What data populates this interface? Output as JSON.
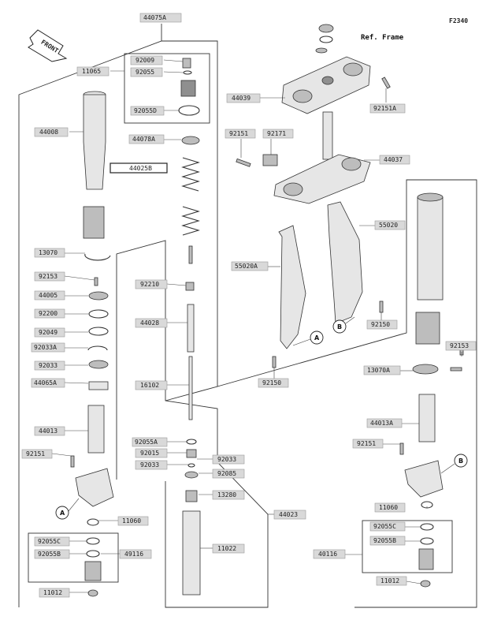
{
  "figure_code": "F2340",
  "ref_frame": "Ref. Frame",
  "front_label": "FRONT",
  "callouts": {
    "a": "A",
    "b": "B"
  },
  "labels": [
    {
      "id": "44075A",
      "text": "44075A"
    },
    {
      "id": "11065",
      "text": "11065"
    },
    {
      "id": "92009",
      "text": "92009"
    },
    {
      "id": "92055",
      "text": "92055"
    },
    {
      "id": "92055D",
      "text": "92055D"
    },
    {
      "id": "44008",
      "text": "44008"
    },
    {
      "id": "44078A",
      "text": "44078A"
    },
    {
      "id": "44025B",
      "text": "44025B"
    },
    {
      "id": "13070",
      "text": "13070"
    },
    {
      "id": "92153",
      "text": "92153"
    },
    {
      "id": "44005",
      "text": "44005"
    },
    {
      "id": "92200",
      "text": "92200"
    },
    {
      "id": "92049",
      "text": "92049"
    },
    {
      "id": "92033A",
      "text": "92033A"
    },
    {
      "id": "92033",
      "text": "92033"
    },
    {
      "id": "44065A",
      "text": "44065A"
    },
    {
      "id": "44013",
      "text": "44013"
    },
    {
      "id": "92151L",
      "text": "92151"
    },
    {
      "id": "11060",
      "text": "11060"
    },
    {
      "id": "92055CL",
      "text": "92055C"
    },
    {
      "id": "92055BL",
      "text": "92055B"
    },
    {
      "id": "49116",
      "text": "49116"
    },
    {
      "id": "11012L",
      "text": "11012"
    },
    {
      "id": "92210",
      "text": "92210"
    },
    {
      "id": "44028",
      "text": "44028"
    },
    {
      "id": "16102",
      "text": "16102"
    },
    {
      "id": "92055A",
      "text": "92055A"
    },
    {
      "id": "92015",
      "text": "92015"
    },
    {
      "id": "92033C1",
      "text": "92033"
    },
    {
      "id": "92033C2",
      "text": "92033"
    },
    {
      "id": "92085",
      "text": "92085"
    },
    {
      "id": "13280",
      "text": "13280"
    },
    {
      "id": "44023",
      "text": "44023"
    },
    {
      "id": "11022",
      "text": "11022"
    },
    {
      "id": "44039",
      "text": "44039"
    },
    {
      "id": "92151A",
      "text": "92151A"
    },
    {
      "id": "92151T",
      "text": "92151"
    },
    {
      "id": "92171",
      "text": "92171"
    },
    {
      "id": "44037",
      "text": "44037"
    },
    {
      "id": "55020",
      "text": "55020"
    },
    {
      "id": "55020A",
      "text": "55020A"
    },
    {
      "id": "92150R",
      "text": "92150"
    },
    {
      "id": "92150M",
      "text": "92150"
    },
    {
      "id": "92153R",
      "text": "92153"
    },
    {
      "id": "13070A",
      "text": "13070A"
    },
    {
      "id": "44013A",
      "text": "44013A"
    },
    {
      "id": "92151R",
      "text": "92151"
    },
    {
      "id": "11060R",
      "text": "11060"
    },
    {
      "id": "92055CR",
      "text": "92055C"
    },
    {
      "id": "92055BR",
      "text": "92055B"
    },
    {
      "id": "40116",
      "text": "40116"
    },
    {
      "id": "11012R",
      "text": "11012"
    }
  ]
}
